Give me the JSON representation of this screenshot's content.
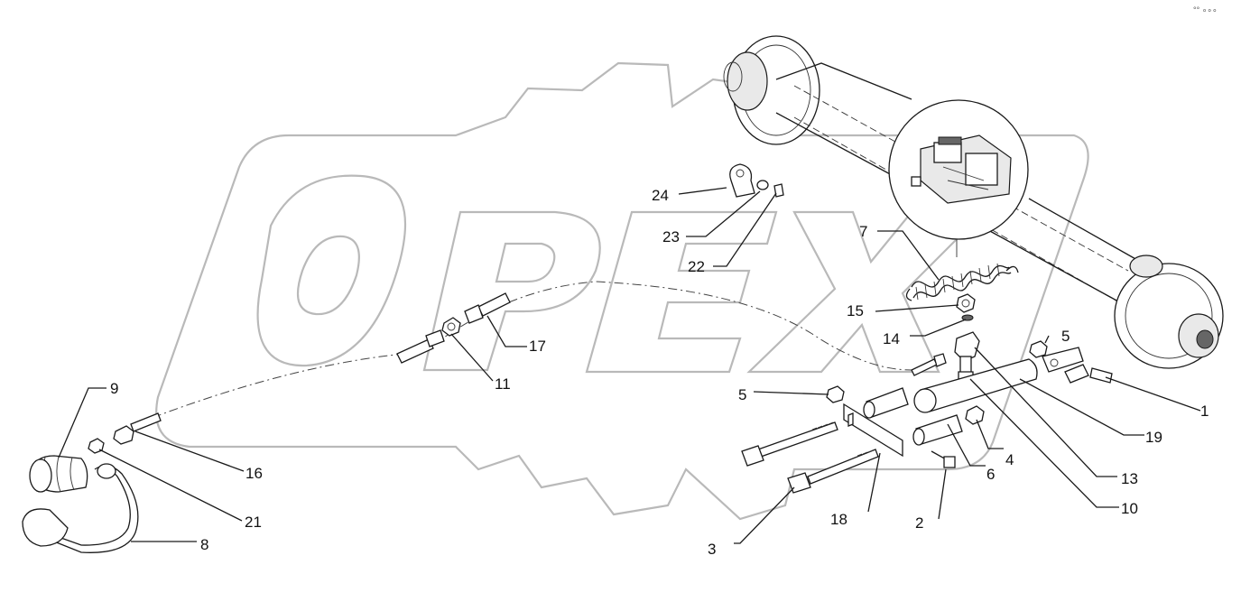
{
  "diagram": {
    "watermark_text": "OPEX",
    "corner_mark": "°° ∘∘∘",
    "callouts": [
      {
        "label": "1"
      },
      {
        "label": "2"
      },
      {
        "label": "3"
      },
      {
        "label": "4"
      },
      {
        "label": "5"
      },
      {
        "label": "5"
      },
      {
        "label": "6"
      },
      {
        "label": "7"
      },
      {
        "label": "8"
      },
      {
        "label": "9"
      },
      {
        "label": "10"
      },
      {
        "label": "11"
      },
      {
        "label": "13"
      },
      {
        "label": "14"
      },
      {
        "label": "15"
      },
      {
        "label": "16"
      },
      {
        "label": "17"
      },
      {
        "label": "18"
      },
      {
        "label": "19"
      },
      {
        "label": "21"
      },
      {
        "label": "22"
      },
      {
        "label": "23"
      },
      {
        "label": "24"
      }
    ]
  }
}
